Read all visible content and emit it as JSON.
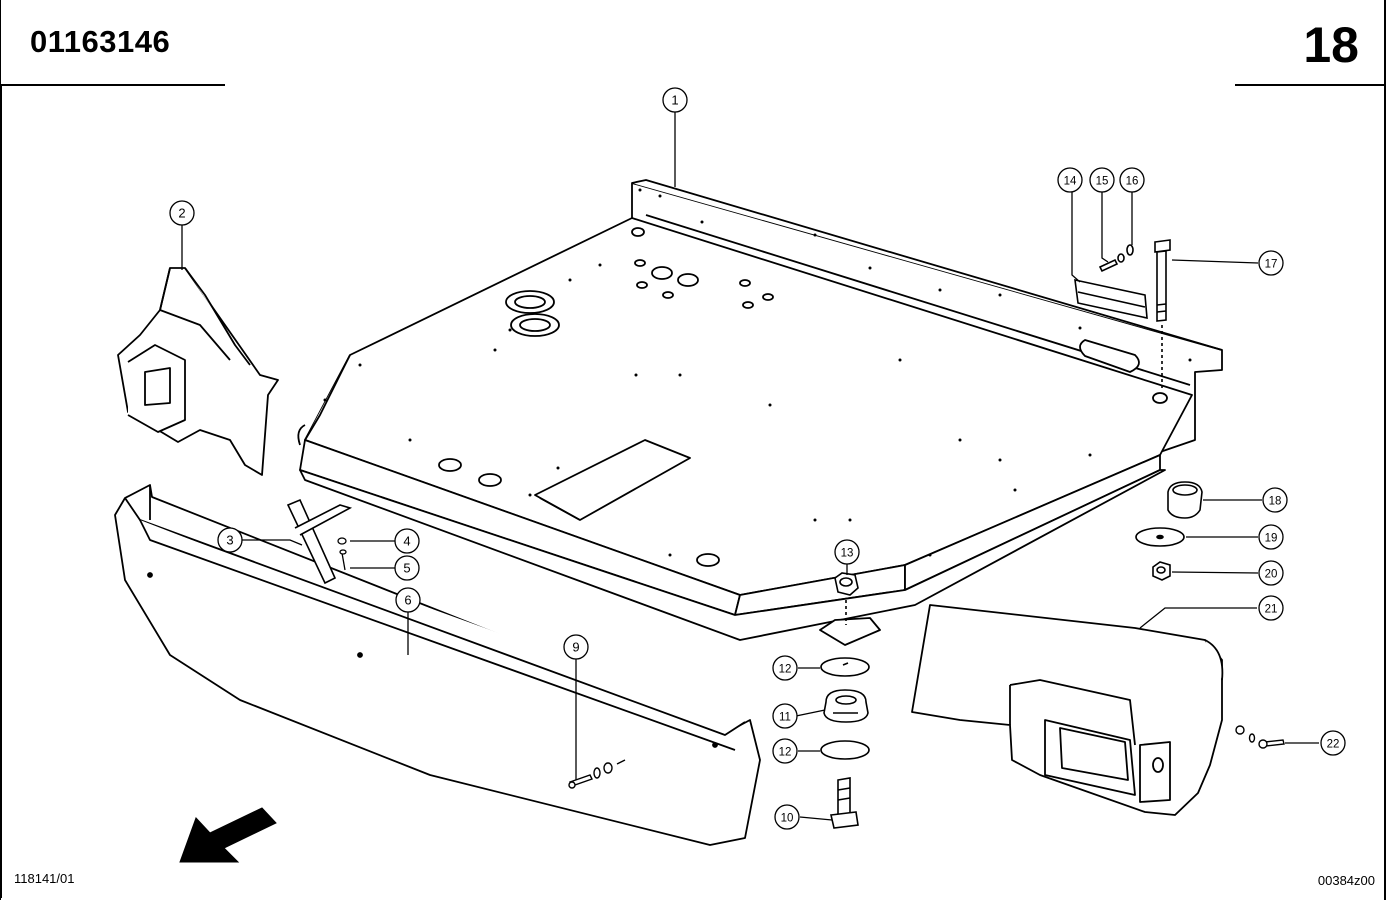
{
  "header": {
    "title": "01163146",
    "page_number": "18"
  },
  "footer": {
    "left_code": "118141/01",
    "right_code": "00384z00"
  },
  "callouts": [
    {
      "id": "c1",
      "label": "1"
    },
    {
      "id": "c2",
      "label": "2"
    },
    {
      "id": "c3",
      "label": "3"
    },
    {
      "id": "c4",
      "label": "4"
    },
    {
      "id": "c5",
      "label": "5"
    },
    {
      "id": "c6",
      "label": "6"
    },
    {
      "id": "c9",
      "label": "9"
    },
    {
      "id": "c10",
      "label": "10"
    },
    {
      "id": "c11",
      "label": "11"
    },
    {
      "id": "c12a",
      "label": "12"
    },
    {
      "id": "c12b",
      "label": "12"
    },
    {
      "id": "c13",
      "label": "13"
    },
    {
      "id": "c14",
      "label": "14"
    },
    {
      "id": "c15",
      "label": "15"
    },
    {
      "id": "c16",
      "label": "16"
    },
    {
      "id": "c17",
      "label": "17"
    },
    {
      "id": "c18",
      "label": "18"
    },
    {
      "id": "c19",
      "label": "19"
    },
    {
      "id": "c20",
      "label": "20"
    },
    {
      "id": "c21",
      "label": "21"
    },
    {
      "id": "c22",
      "label": "22"
    }
  ]
}
